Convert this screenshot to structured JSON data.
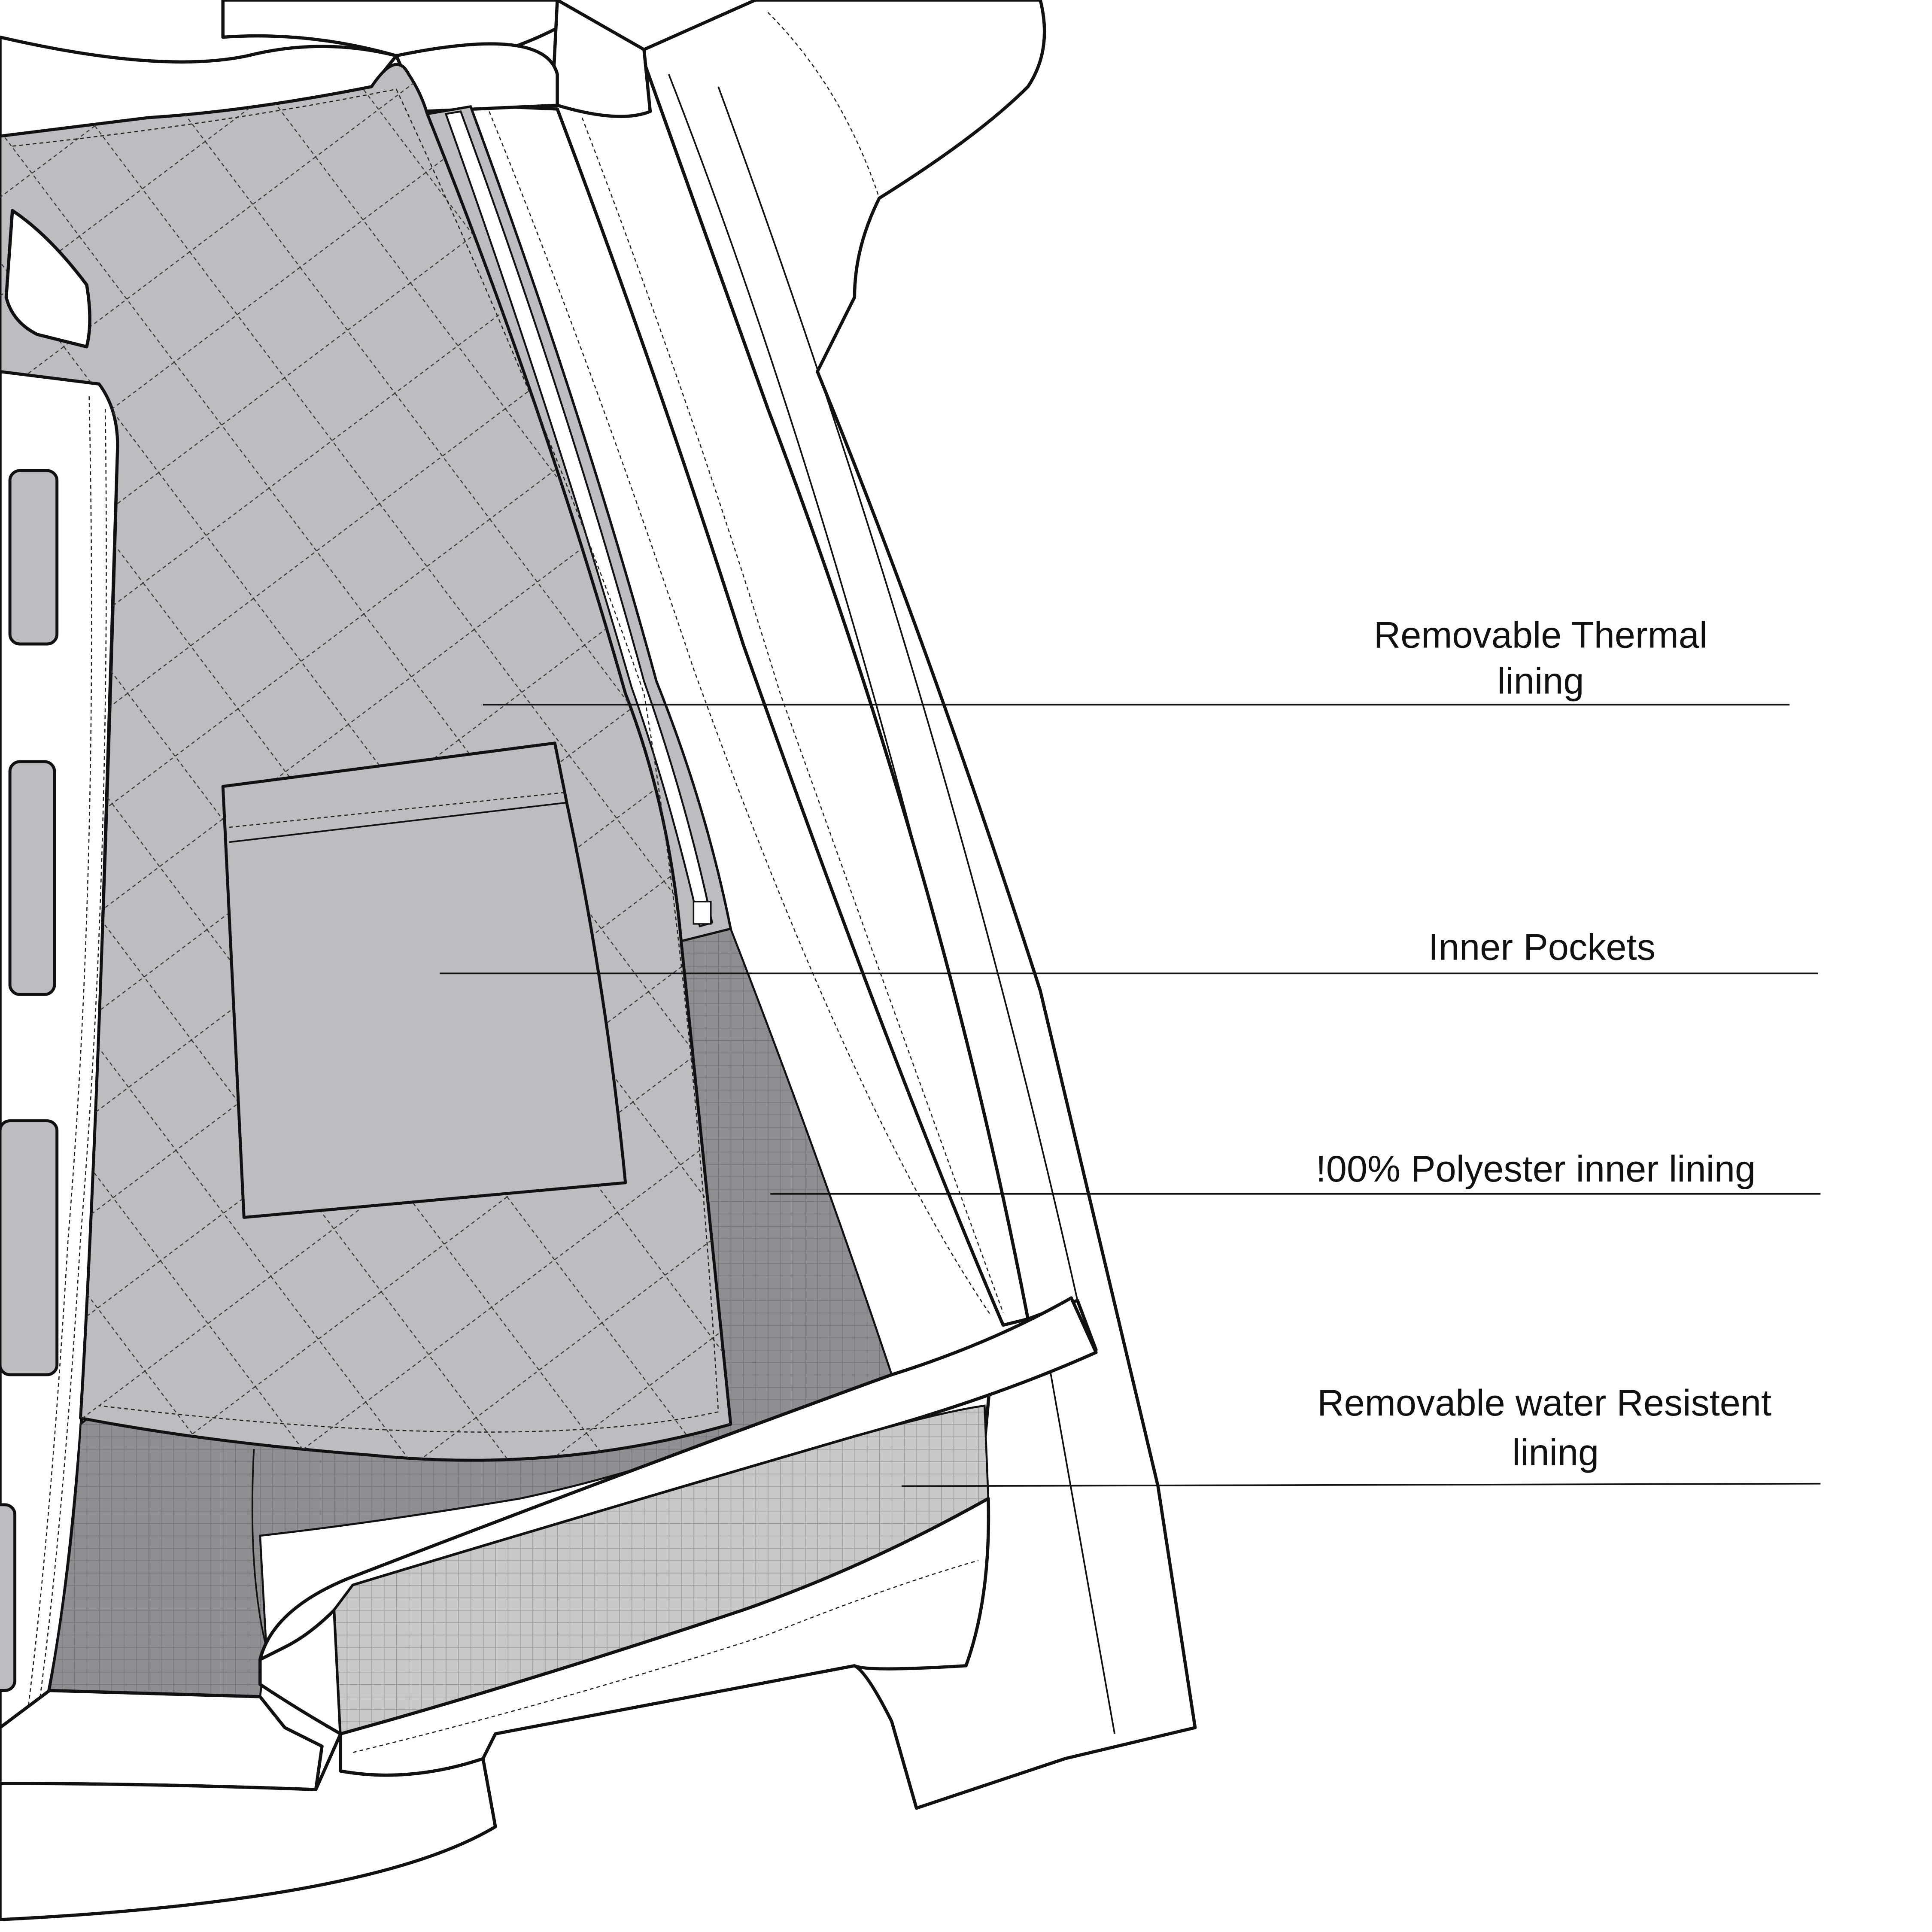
{
  "diagram": {
    "subject": "Jacket inner construction (open front view)",
    "colors": {
      "thermal_lining": "#bcbdc0",
      "polyester_lining": "#8e8f92",
      "water_resistant_lining": "#c7c8ca",
      "outline": "#111111",
      "background": "#ffffff"
    },
    "callouts": [
      {
        "id": "thermal",
        "line1": "Removable  Thermal",
        "line2": "lining"
      },
      {
        "id": "pockets",
        "line1": "Inner Pockets",
        "line2": ""
      },
      {
        "id": "polyester",
        "line1": "!00% Polyester inner lining",
        "line2": ""
      },
      {
        "id": "water",
        "line1": "Removable water Resistent",
        "line2": "lining"
      }
    ]
  }
}
